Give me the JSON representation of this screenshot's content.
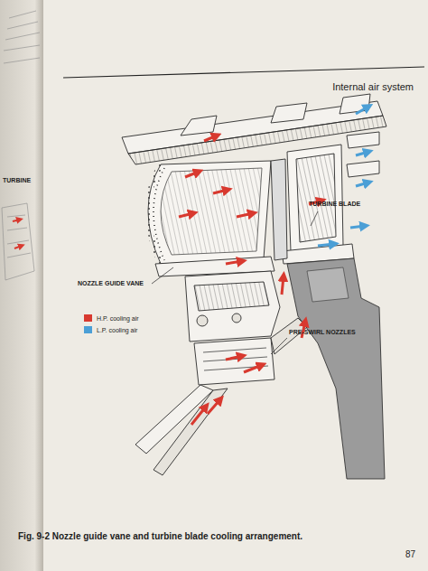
{
  "diagram": {
    "title": "Internal air system",
    "caption": "Fig. 9-2 Nozzle guide vane and turbine blade cooling arrangement.",
    "labels": [
      "TURBINE BLADE",
      "NOZZLE GUIDE VANE",
      "PRE-SWIRL NOZZLES",
      "TURBINE",
      "87"
    ],
    "legend": [
      {
        "text": "H.P. cooling air",
        "color": "#d8392f"
      },
      {
        "text": "L.P. cooling air",
        "color": "#4b9fd6"
      }
    ]
  }
}
